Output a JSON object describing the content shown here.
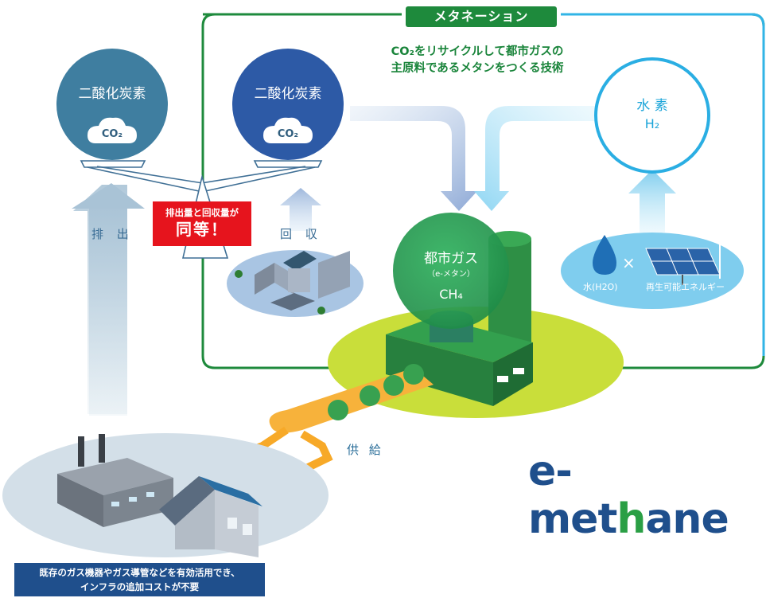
{
  "title": "メタネーション",
  "subtitle_line1": "CO₂をリサイクルして都市ガスの",
  "subtitle_line2": "主原料であるメタンをつくる技術",
  "co2_left": {
    "label": "二酸化炭素",
    "formula": "CO₂"
  },
  "co2_right": {
    "label": "二酸化炭素",
    "formula": "CO₂"
  },
  "hydrogen": {
    "label": "水 素",
    "formula": "H₂"
  },
  "emission_label": "排 出",
  "recovery_label": "回 収",
  "balance_box": {
    "line1": "排出量と回収量が",
    "line2": "同等！"
  },
  "water_label": "水(H2O)",
  "times_symbol": "×",
  "renewable_label": "再生可能エネルギー",
  "city_gas": {
    "label": "都市ガス",
    "sub": "（e-メタン）",
    "formula": "CH₄"
  },
  "supply_label": "供 給",
  "bottom_note_line1": "既存のガス機器やガス導管などを有効活用でき、",
  "bottom_note_line2": "インフラの追加コストが不要",
  "logo": {
    "prefix": "e-met",
    "h": "h",
    "suffix": "ane"
  },
  "colors": {
    "green": "#1e8a3c",
    "navy": "#1f4f8c",
    "red": "#e6141d",
    "sky": "#1aa4d9"
  }
}
